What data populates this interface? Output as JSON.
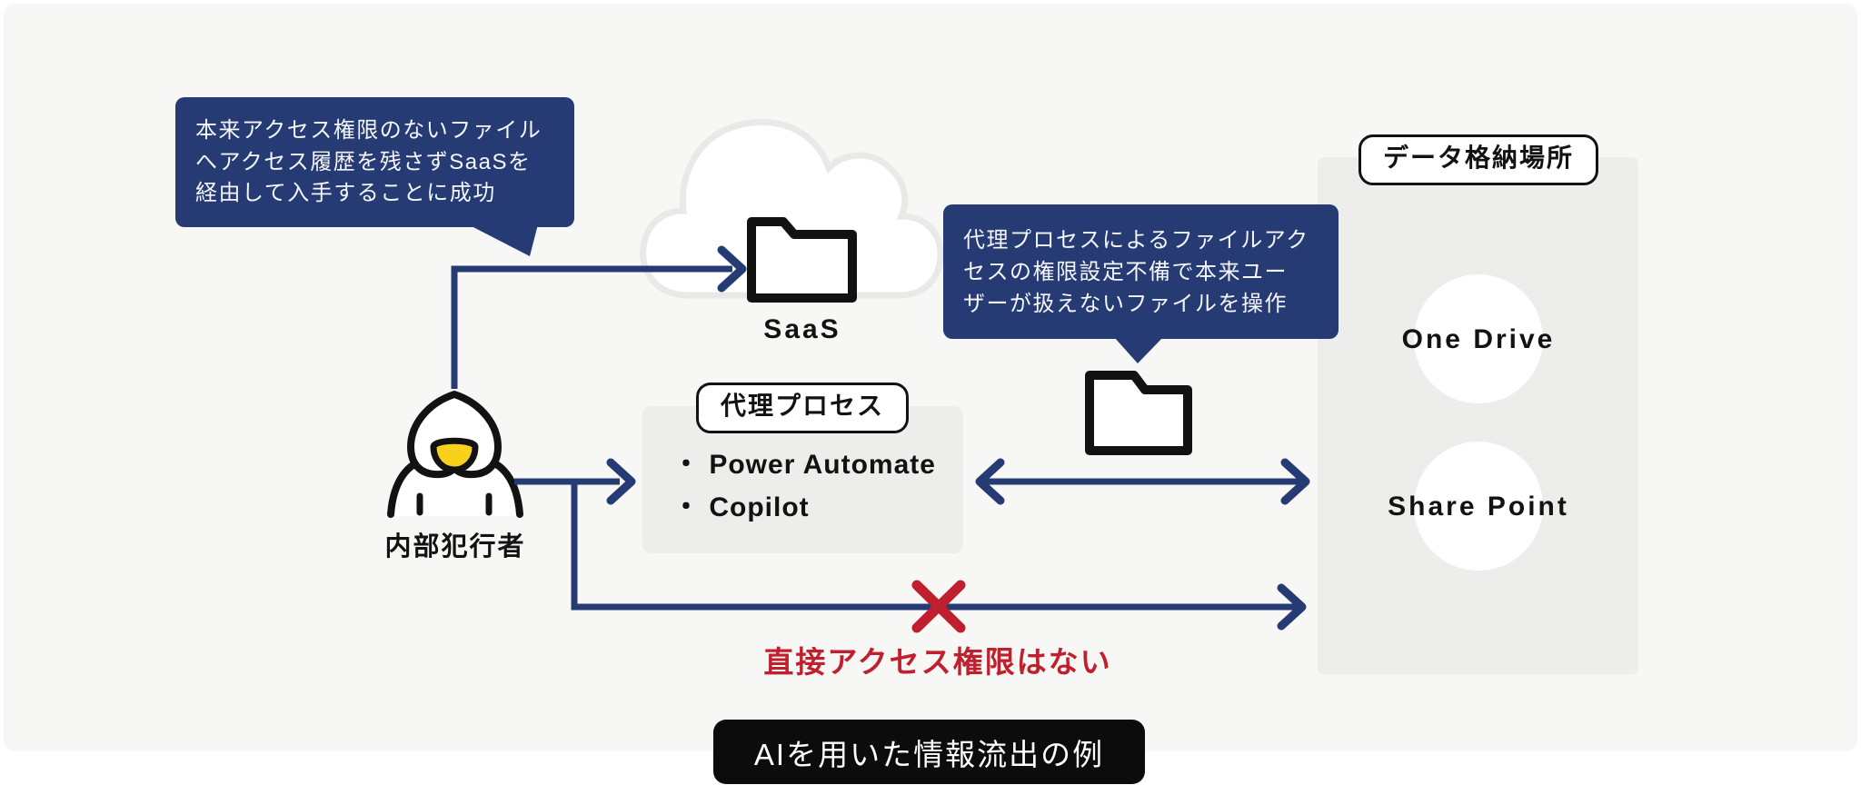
{
  "title_caption": "AIを用いた情報流出の例",
  "colors": {
    "navy": "#263a73",
    "red": "#c0202e",
    "yellow": "#f8d21a",
    "panel_background": "#f7f7f5",
    "box_gray": "#ededeb",
    "caption_background": "#0c0c0c",
    "icon_black": "#121212",
    "cloud_border": "#e9e9e7",
    "white": "#ffffff"
  },
  "actor": {
    "label": "内部犯行者"
  },
  "saas": {
    "label": "SaaS"
  },
  "proxy": {
    "title": "代理プロセス",
    "items": [
      "・ Power Automate",
      "・ Copilot"
    ]
  },
  "storage": {
    "title": "データ格納場所",
    "services": [
      "One Drive",
      "Share Point"
    ]
  },
  "callouts": {
    "saas_note": {
      "lines": [
        "本来アクセス権限のないファイル",
        "へアクセス履歴を残さずSaaSを",
        "経由して入手することに成功"
      ]
    },
    "proxy_note": {
      "lines": [
        "代理プロセスによるファイルアク",
        "セスの権限設定不備で本来ユー",
        "ザーが扱えないファイルを操作"
      ]
    }
  },
  "warning": {
    "label": "直接アクセス権限はない"
  }
}
